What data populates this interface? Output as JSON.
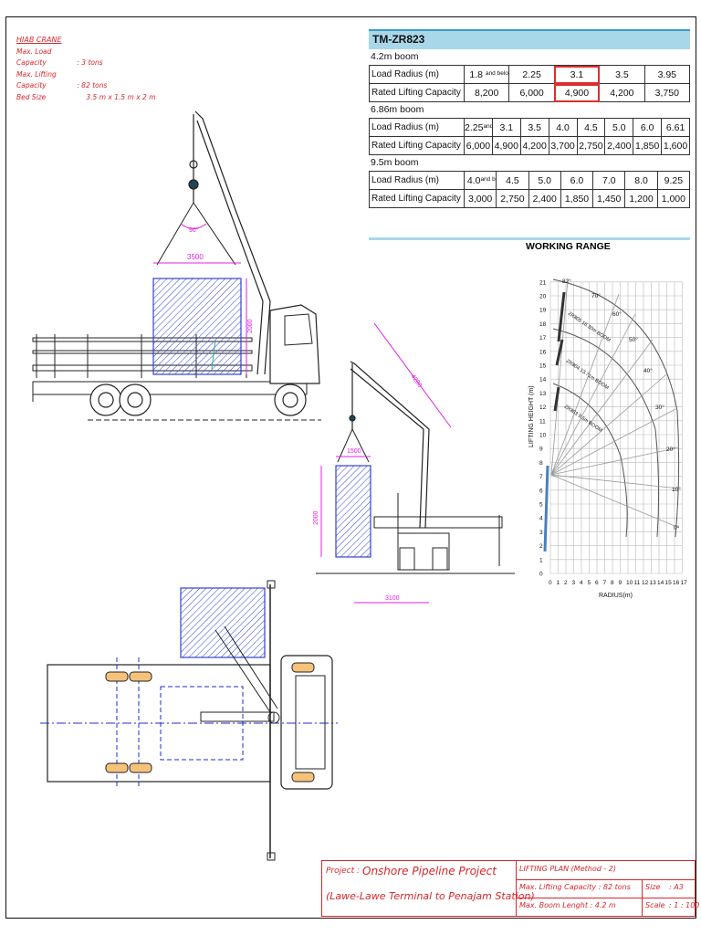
{
  "notes": {
    "title": "HIAB CRANE",
    "rows": [
      {
        "label": "Max. Load Capacity",
        "value": ": 3 tons"
      },
      {
        "label": "Max. Lifting Capacity",
        "value": ": 82 tons"
      },
      {
        "label": "Bed Size",
        "value": "3.5 m x 1.5 m x 2 m"
      }
    ]
  },
  "spec": {
    "title": "TM-ZR823",
    "row_radius": "Load Radius (m)",
    "row_capacity": "Rated Lifting Capacity (kg)",
    "and_below": "and below",
    "booms": [
      {
        "label": "4.2m boom",
        "radius": [
          "1.8",
          "2.25",
          "3.1",
          "3.5",
          "3.95"
        ],
        "capacity": [
          "8,200",
          "6,000",
          "4,900",
          "4,200",
          "3,750"
        ]
      },
      {
        "label": "6.86m boom",
        "radius": [
          "2.25",
          "3.1",
          "3.5",
          "4.0",
          "4.5",
          "5.0",
          "6.0",
          "6.61"
        ],
        "capacity": [
          "6,000",
          "4,900",
          "4,200",
          "3,700",
          "2,750",
          "2,400",
          "1,850",
          "1,600"
        ]
      },
      {
        "label": "9.5m boom",
        "radius": [
          "4.0",
          "4.5",
          "5.0",
          "6.0",
          "7.0",
          "8.0",
          "9.25"
        ],
        "capacity": [
          "3,000",
          "2,750",
          "2,400",
          "1,850",
          "1,450",
          "1,200",
          "1,000"
        ]
      }
    ]
  },
  "working_range": {
    "title": "WORKING RANGE",
    "xlabel": "RADIUS(m)",
    "ylabel": "LIFTING HEIGHT (m)",
    "x_ticks": [
      "0",
      "1",
      "2",
      "3",
      "4",
      "5",
      "6",
      "7",
      "8",
      "9",
      "10",
      "11",
      "12",
      "13",
      "14",
      "15",
      "16",
      "17"
    ],
    "y_ticks": [
      "0",
      "1",
      "2",
      "3",
      "4",
      "5",
      "6",
      "7",
      "8",
      "9",
      "10",
      "11",
      "12",
      "13",
      "14",
      "15",
      "16",
      "17",
      "18",
      "19",
      "20",
      "21"
    ],
    "angles": [
      "82°",
      "70°",
      "60°",
      "50°",
      "40°",
      "30°",
      "20°",
      "10°",
      "0°"
    ],
    "boom_labels": [
      "ZR805 16.30m BOOM",
      "ZR804 13.71m BOOM",
      "ZR803 9.5m BOOM"
    ]
  },
  "dimensions": {
    "side_width": "3500",
    "side_angle": "90°",
    "side_height": "2000",
    "rear_width": "1500",
    "rear_height": "2000",
    "rear_base": "3100",
    "boom_length": "4200"
  },
  "title_block": {
    "project_label": "Project :",
    "project_line1": "Onshore Pipeline Project",
    "project_line2": "(Lawe-Lawe Terminal to Penajam Station)",
    "plan": "LIFTING PLAN (Method - 2)",
    "capacity": "Max. Lifting Capacity : 82 tons",
    "boom": "Max. Boom Lenght     : 4.2 m",
    "size_label": "Size",
    "size_value": ": A3",
    "scale_label": "Scale",
    "scale_value": ": 1 : 100"
  },
  "colors": {
    "annotation": "#d8262c",
    "dimension": "#e020e0",
    "centerline": "#1a2fd0",
    "spec_header": "#a9d7ea"
  }
}
